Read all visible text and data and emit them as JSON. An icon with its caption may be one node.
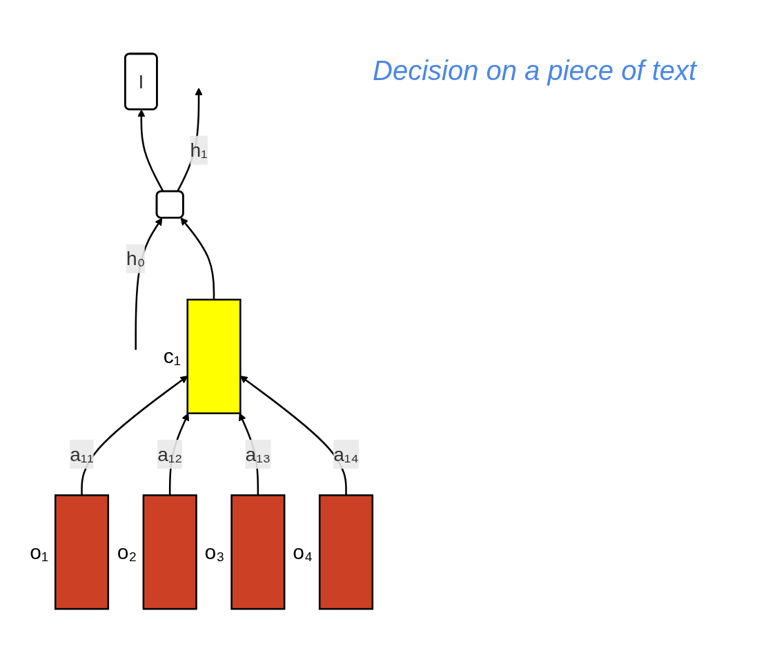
{
  "diagram": {
    "title": "Decision on a piece of text",
    "nodes": [
      {
        "text": [
          "I"
        ]
      },
      {
        "text": [],
        "shape": "box"
      },
      {
        "text": [],
        "shape": "bar",
        "beside": [
          "c₁"
        ]
      },
      {
        "text": [],
        "shape": "bar",
        "beside": [
          "o₁"
        ]
      },
      {
        "text": [],
        "shape": "bar",
        "beside": [
          "o₂"
        ]
      },
      {
        "text": [],
        "shape": "bar",
        "beside": [
          "o₃"
        ]
      },
      {
        "text": [],
        "shape": "bar",
        "beside": [
          "o₄"
        ]
      }
    ],
    "edges": [
      {
        "from": 1,
        "to": 0,
        "arrow": "to"
      },
      {
        "from": null,
        "to": 1,
        "arrow": "to",
        "label": "h₀"
      },
      {
        "from": 1,
        "to": null,
        "arrow": "to",
        "label": "h₁"
      },
      {
        "from": 2,
        "to": 1,
        "arrow": "to"
      },
      {
        "from": 3,
        "to": 2,
        "arrow": "to",
        "label": "a₁₁"
      },
      {
        "from": 4,
        "to": 2,
        "arrow": "to",
        "label": "a₁₂"
      },
      {
        "from": 5,
        "to": 2,
        "arrow": "to",
        "label": "a₁₃"
      },
      {
        "from": 6,
        "to": 2,
        "arrow": "to",
        "label": "a₁₄"
      }
    ]
  }
}
